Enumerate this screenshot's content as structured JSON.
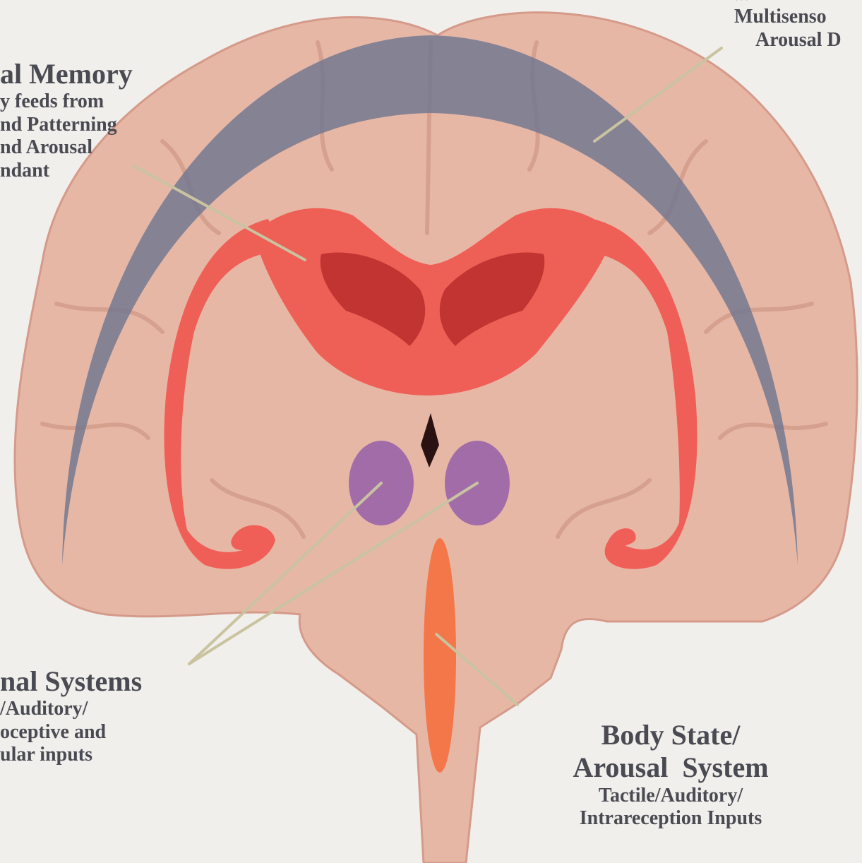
{
  "labels": {
    "top_right": {
      "line1": "...",
      "line2": "Multisenso",
      "line3": "Arousal D"
    },
    "top_left": {
      "title": "al Memory",
      "line1": "y feeds from",
      "line2": "nd Patterning",
      "line3": "nd Arousal",
      "line4": "ndant"
    },
    "bottom_left": {
      "title": "nal Systems",
      "line1": "/Auditory/",
      "line2": "oceptive and",
      "line3": "ular inputs"
    },
    "bottom_right": {
      "title1": "Body State/",
      "title2": "Arousal  System",
      "line1": "Tactile/Auditory/",
      "line2": "Intrareception Inputs"
    }
  },
  "colors": {
    "background": "#f1efec",
    "tissue": "#e7b7a6",
    "tissue_dark": "#d59a8a",
    "outer_arc": "#6f7690",
    "red_system": "#f0534c",
    "ventricle": "#b41a1a",
    "purple_nuclei": "#9a64a8",
    "brainstem_orange": "#f4703e",
    "leader_lines": "#c9c3a0",
    "label_text": "#4a4a52"
  }
}
